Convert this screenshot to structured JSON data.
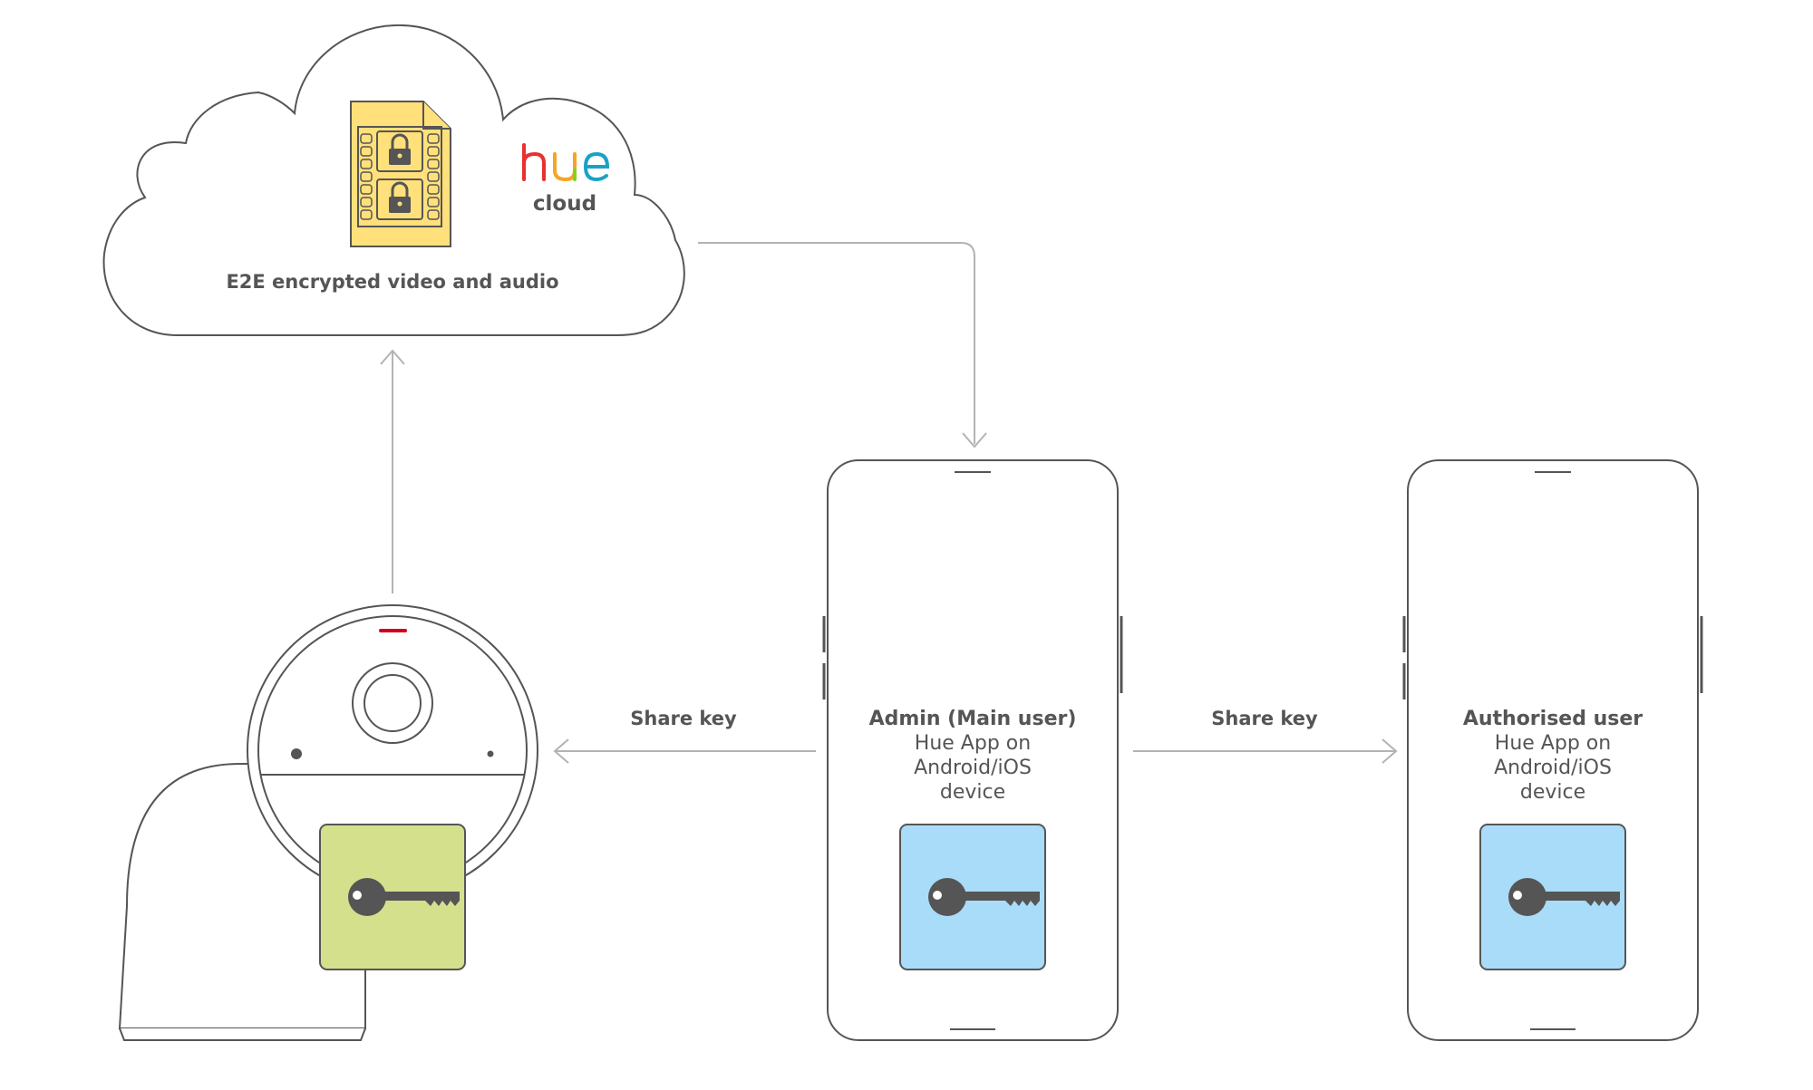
{
  "cloud": {
    "brand": "hue",
    "sublabel": "cloud",
    "caption": "E2E encrypted video and audio"
  },
  "links": {
    "share_key_left": "Share key",
    "share_key_right": "Share key"
  },
  "admin_phone": {
    "title": "Admin (Main user)",
    "line1": "Hue App on",
    "line2": "Android/iOS",
    "line3": "device"
  },
  "user_phone": {
    "title": "Authorised user",
    "line1": "Hue App on",
    "line2": "Android/iOS",
    "line3": "device"
  },
  "colors": {
    "outline": "#555555",
    "arrow": "#b3b3b3",
    "text": "#555555",
    "file_yellow": "#ffe07a",
    "camera_key_bg": "#d4e08c",
    "phone_key_bg": "#a8dcf8",
    "key_icon": "#555555",
    "camera_led": "#d0021b"
  },
  "icons": {
    "file": "encrypted-video-file-icon",
    "key": "key-icon",
    "lock": "lock-icon"
  }
}
